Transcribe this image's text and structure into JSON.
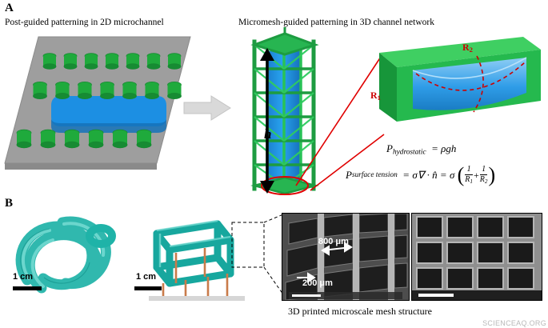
{
  "figure": {
    "panel_a_letter": "A",
    "panel_b_letter": "B",
    "caption_left": "Post-guided patterning in 2D microchannel",
    "caption_right": "Micromesh-guided patterning in 3D channel network",
    "caption_bottom": "3D printed microscale mesh structure",
    "height_label": "h",
    "radius_label_1": "R",
    "radius_label_1_sub": "1",
    "radius_label_2": "R",
    "radius_label_2_sub": "2",
    "equation_hydrostatic": "P_hydrostatic  =  ρgh",
    "equation_surface_tension": "P_surface tension  =  σ∇ · n̂  =  σ (1/R1 + 1/R2)",
    "eq1_p": "P",
    "eq1_sub": "hydrostatic",
    "eq1_rhs": "=  ρgh",
    "eq2_p": "P",
    "eq2_sub": "surface tension",
    "eq2_rhs": "=  σ∇ · n̂  =  σ",
    "eq2_frac1_num": "1",
    "eq2_frac1_den": "R",
    "eq2_frac1_den_sub": "1",
    "eq2_frac2_num": "1",
    "eq2_frac2_den": "R",
    "eq2_frac2_den_sub": "2",
    "eq2_plus": "+",
    "scalebar_left": "1 cm",
    "scalebar_mid": "1 cm",
    "sem_dim_width": "800 μm",
    "sem_dim_wall": "200 μm",
    "watermark": "SCIENCEAQ.ORG",
    "colors": {
      "green_post": "#1faa3c",
      "green_mesh": "#22b14c",
      "blue_liquid": "#1c8fe3",
      "gray_substrate": "#a0a0a0",
      "red_annotation": "#cc0000",
      "teal_print": "#18a8a0",
      "arrow_gray": "#d9d9d9"
    }
  }
}
